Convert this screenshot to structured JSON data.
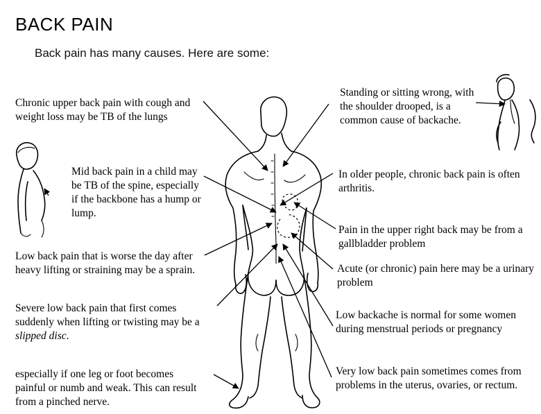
{
  "title": "BACK PAIN",
  "subtitle": "Back pain has many causes. Here are some:",
  "captions": {
    "tb_lungs": "Chronic upper back pain with cough and weight loss may be TB of the lungs",
    "tb_spine": "Mid back pain in a child may be TB of the spine, especially if the backbone has a hump or lump.",
    "sprain": "Low back pain that is worse the day after heavy lifting or straining may be a sprain.",
    "slipped_disc_lead": "Severe low back pain that first comes suddenly when lifting or twisting may be a ",
    "slipped_disc_em": "slipped disc",
    "slipped_disc_end": ".",
    "pinched_nerve": "especially if one leg or foot becomes painful or numb and weak. This can result from a pinched nerve.",
    "posture": "Standing or sitting wrong, with the shoulder drooped, is a common cause of backache.",
    "arthritis": "In older people, chronic back pain is often arthritis.",
    "gallbladder": "Pain in the upper right back may be from a gallbladder problem",
    "urinary": "Acute (or chronic) pain here may be a urinary problem",
    "menstrual": "Low backache is normal for some women during menstrual periods or pregnancy",
    "uterus": "Very low back pain sometimes comes from problems in the uterus, ovaries, or rectum."
  }
}
